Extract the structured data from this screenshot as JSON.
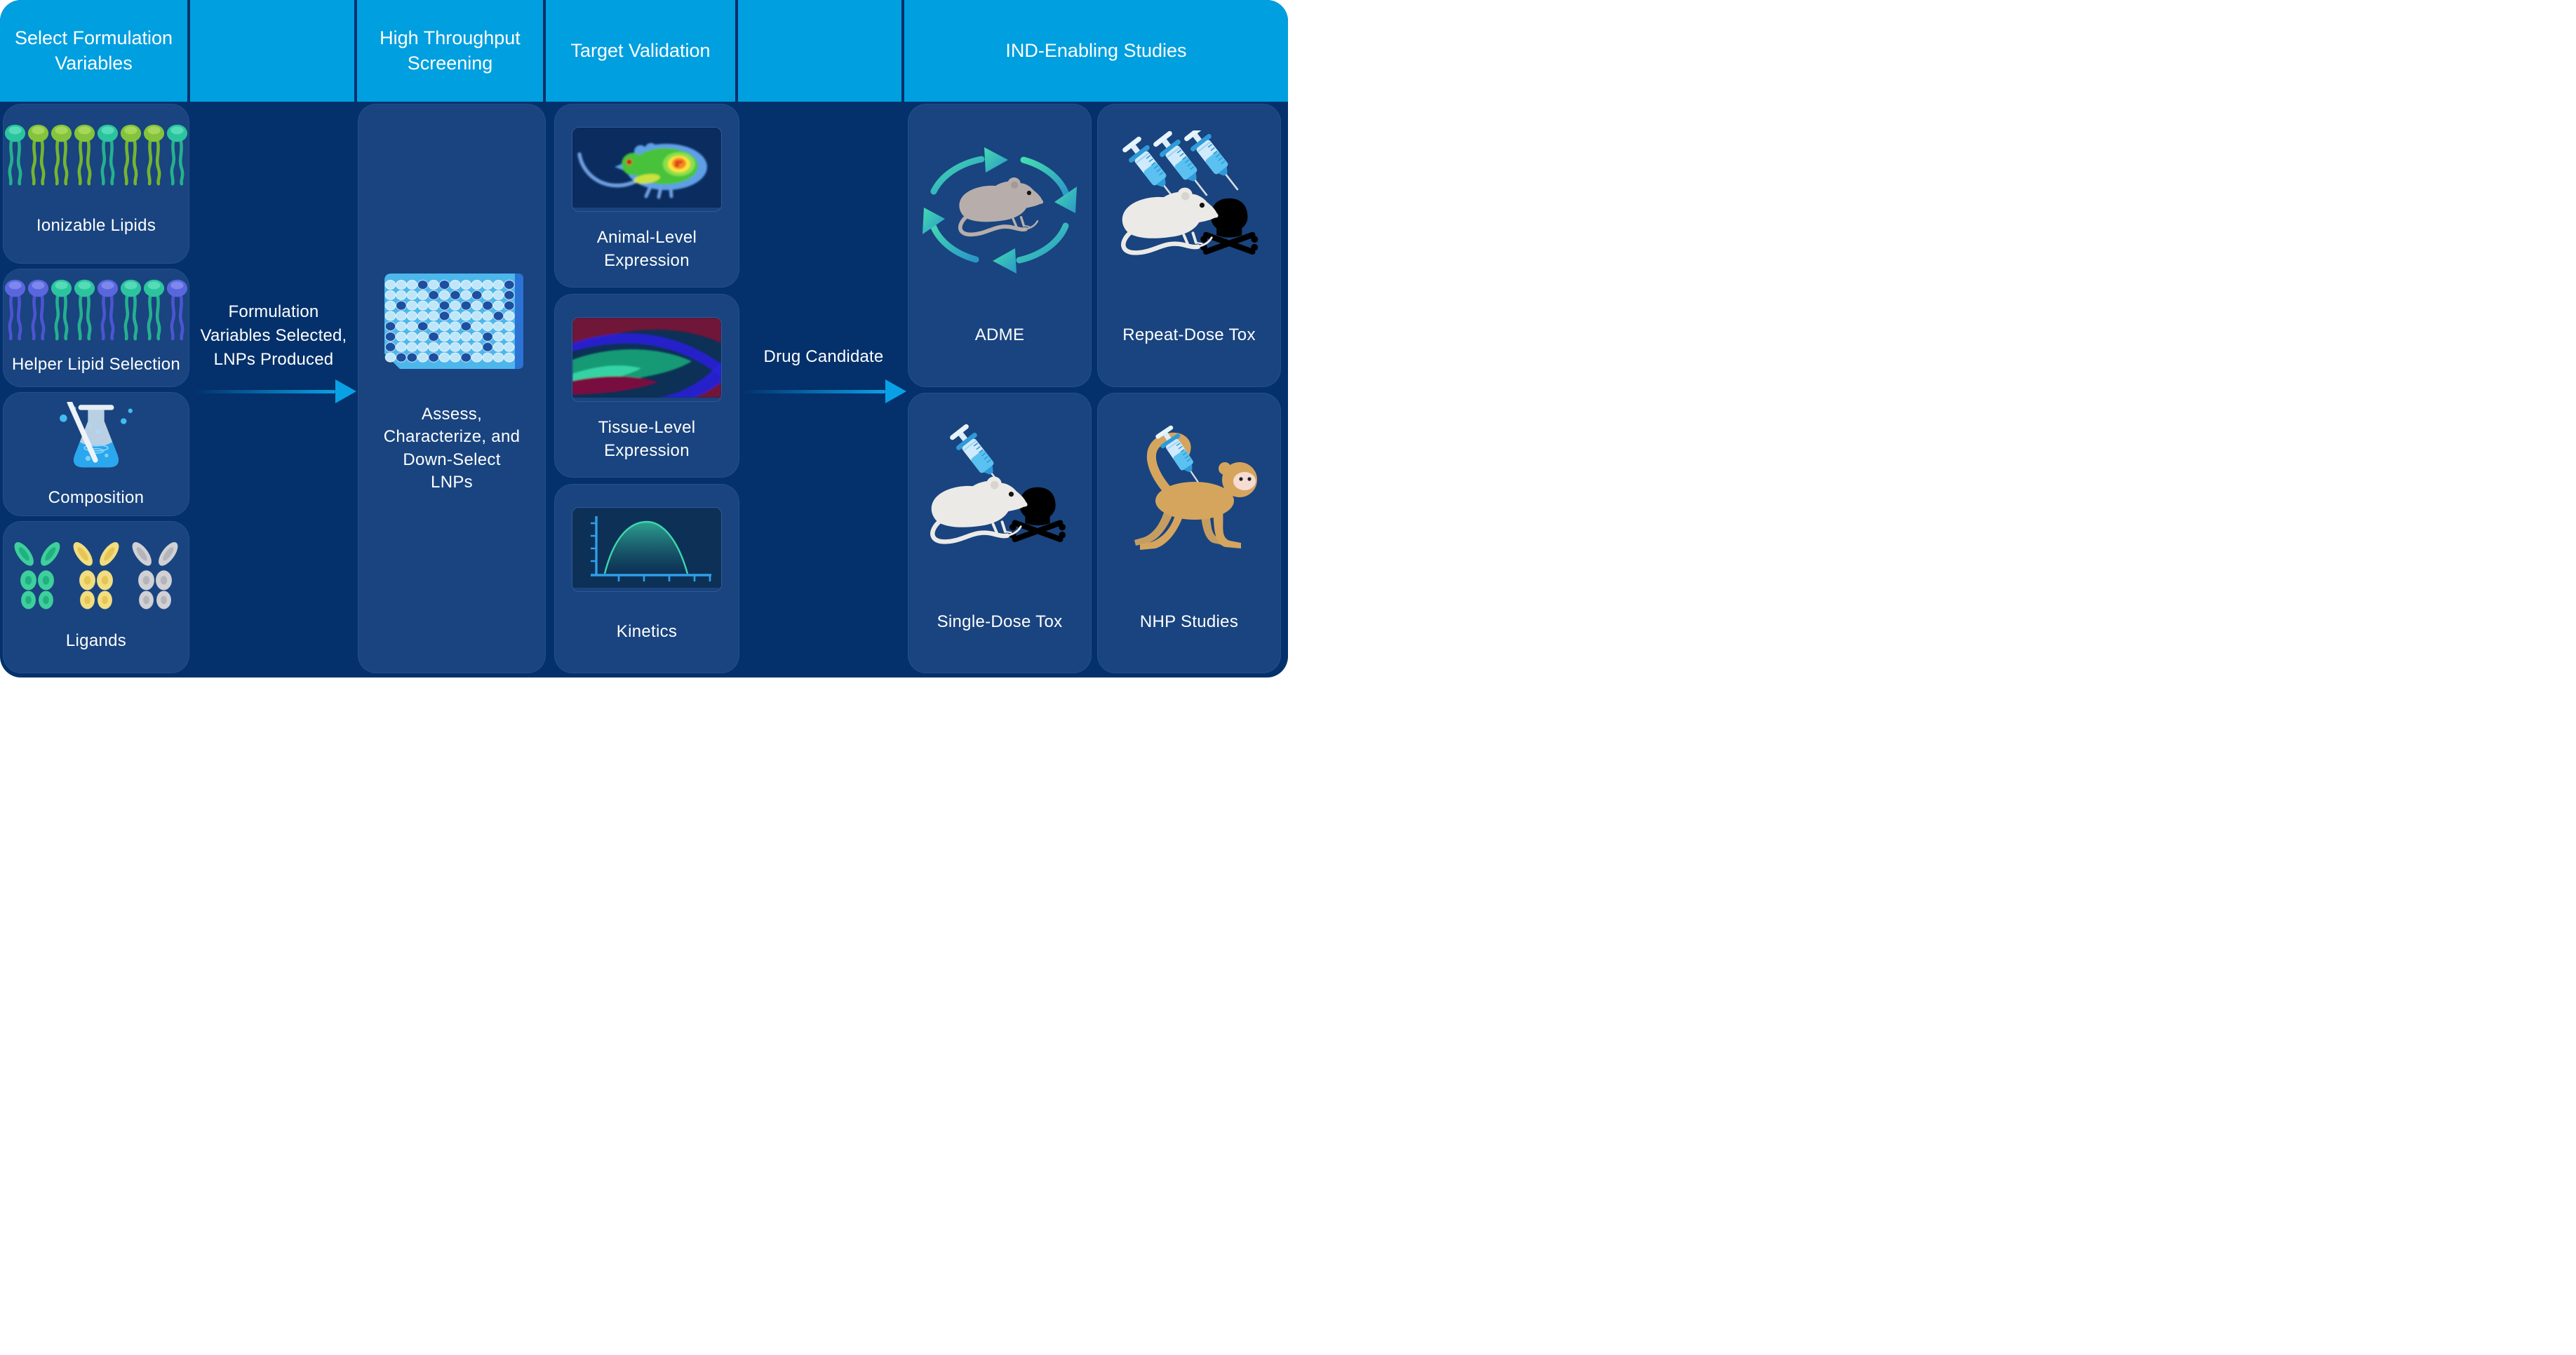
{
  "palette": {
    "header_bg": "#009fdf",
    "page_bg": "#04316b",
    "card_bg": "#19447f",
    "tile_bg": "#0a2c5e",
    "arrow": "#0aa0e6",
    "text": "#ffffff",
    "lipid": {
      "green": {
        "head": "#84c43c",
        "cap": "#a8d85c",
        "tail": "#76b52e"
      },
      "teal": {
        "head": "#2cc49e",
        "cap": "#58dcba",
        "tail": "#25b18e"
      },
      "purple": {
        "head": "#5a66dd",
        "cap": "#7e8aec",
        "tail": "#4f53d2"
      }
    },
    "ligand": {
      "green": {
        "base": "#3ecf9c",
        "inner": "#21b181"
      },
      "yellow": {
        "base": "#f2dd80",
        "inner": "#e5c554"
      },
      "gray": {
        "base": "#d0d0d5",
        "inner": "#b4b4bb"
      }
    },
    "well_light": "#bfe6f8",
    "well_dark": "#1c4f9f",
    "plate": "#4db7ec",
    "plate_edge": "#2a72d4",
    "mouse_gray": "#b7aeab",
    "mouse_white": "#eceae7",
    "skull": "#2d6ab6",
    "monkey": "#d5a55e",
    "cycle_arrow": "#38cda2",
    "syringe": "#56c0ef"
  },
  "header": {
    "cells": [
      {
        "label": "Select Formulation\nVariables"
      },
      {
        "label": ""
      },
      {
        "label": "High Throughput\nScreening"
      },
      {
        "label": "Target Validation"
      },
      {
        "label": ""
      },
      {
        "label": "IND-Enabling Studies"
      }
    ]
  },
  "formulation": {
    "cards": [
      {
        "label": "Ionizable Lipids",
        "lipids": [
          "teal",
          "green",
          "green",
          "green",
          "teal",
          "green",
          "green",
          "teal"
        ]
      },
      {
        "label": "Helper Lipid Selection",
        "lipids": [
          "purple",
          "purple",
          "teal",
          "teal",
          "purple",
          "teal",
          "teal",
          "purple"
        ]
      },
      {
        "label": "Composition"
      },
      {
        "label": "Ligands",
        "ligands": [
          "green",
          "yellow",
          "gray"
        ]
      }
    ]
  },
  "connector1": {
    "label": "Formulation\nVariables Selected,\nLNPs Produced"
  },
  "screening": {
    "label": "Assess,\nCharacterize, and\nDown-Select\nLNPs",
    "plate": {
      "rows": 8,
      "cols": 12,
      "well_pattern": [
        "000101000001",
        "000010101001",
        "010001010101",
        "000001000010",
        "100100010000",
        "100010000100",
        "100000000100",
        "011010010000"
      ]
    }
  },
  "validation": {
    "cards": [
      {
        "label": "Animal-Level\nExpression"
      },
      {
        "label": "Tissue-Level\nExpression"
      },
      {
        "label": "Kinetics"
      }
    ]
  },
  "connector2": {
    "label": "Drug Candidate"
  },
  "ind": {
    "cards": [
      {
        "label": "ADME"
      },
      {
        "label": "Repeat-Dose Tox"
      },
      {
        "label": "Single-Dose Tox"
      },
      {
        "label": "NHP Studies"
      }
    ]
  }
}
